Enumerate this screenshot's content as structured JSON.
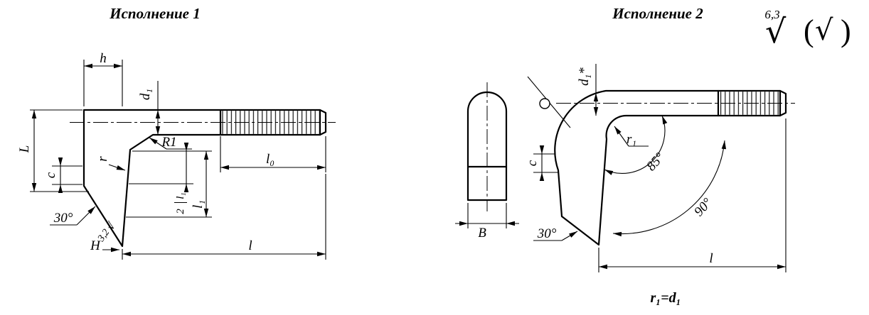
{
  "page": {
    "bg": "#ffffff",
    "ink": "#000000"
  },
  "surface_finish": {
    "value": "6,3",
    "check": "√",
    "paren_open": "(",
    "paren_close": ")"
  },
  "view1": {
    "title": "Исполнение 1",
    "dims": {
      "h": "h",
      "d1": "d₁",
      "L": "L",
      "c": "c",
      "r": "r",
      "R1": "R1",
      "l1_num": "l₁",
      "l1_den": "2",
      "l1": "l₁",
      "l0": "l₀",
      "angle30": "30°",
      "H": "H",
      "roughness": "3,2",
      "l": "l"
    }
  },
  "view2": {
    "title": "Исполнение 2",
    "dims": {
      "d1": "d₁*",
      "r1": "r₁",
      "c": "c",
      "angle85": "85°",
      "angle90": "90°",
      "angle30": "30°",
      "B": "B",
      "l": "l"
    },
    "note": "r₁=d₁"
  }
}
